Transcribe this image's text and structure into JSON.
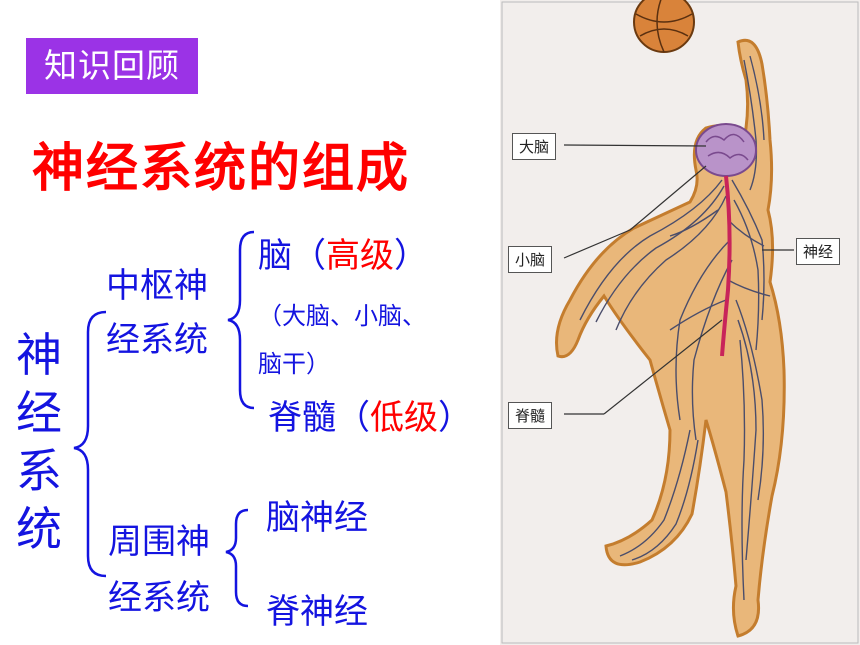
{
  "badge": "知识回顾",
  "title": "神经系统的组成",
  "root": [
    "神",
    "经",
    "系",
    "统"
  ],
  "central": {
    "line1": "中枢神",
    "line2": "经系统"
  },
  "brain": {
    "name": "脑",
    "paren_open": "（",
    "level": "高级",
    "paren_close": "）"
  },
  "brain_detail": {
    "line1": "（大脑、小脑、",
    "line2": "脑干）"
  },
  "spinal": {
    "name": "脊髓",
    "paren_open": "（",
    "level": "低级",
    "paren_close": "）"
  },
  "peripheral": {
    "line1": "周围神",
    "line2": "经系统"
  },
  "cranial_nerves": "脑神经",
  "spinal_nerves": "脊神经",
  "figure_labels": {
    "cerebrum": "大脑",
    "cerebellum": "小脑",
    "nerve": "神经",
    "spinal_cord": "脊髓"
  },
  "colors": {
    "badge": "#9b33e6",
    "title": "#ff0000",
    "text": "#1414e0"
  }
}
